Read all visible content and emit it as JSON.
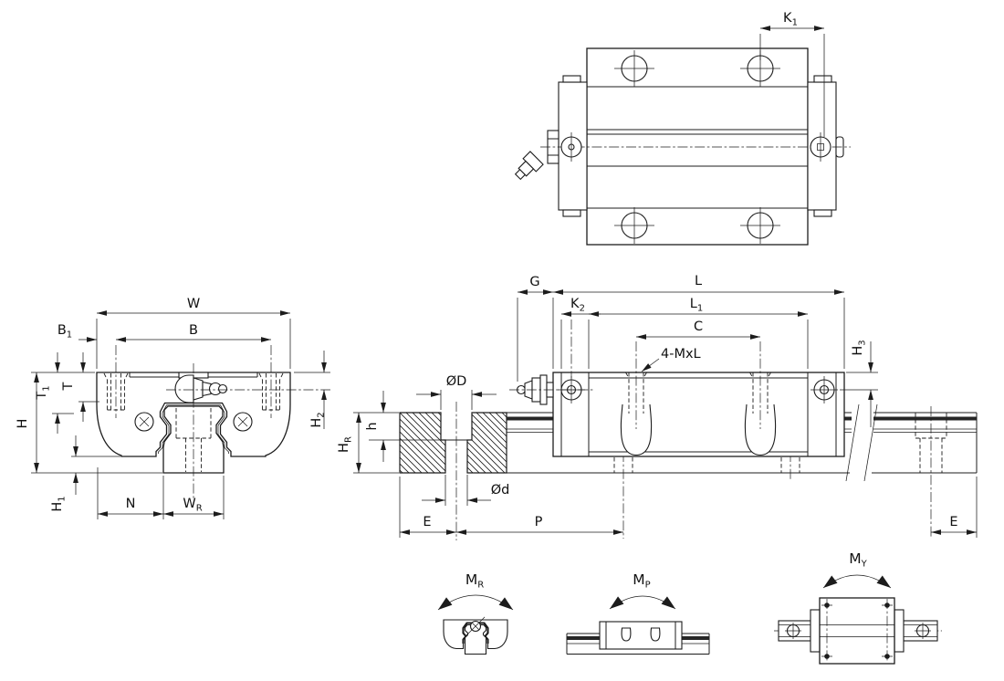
{
  "colors": {
    "line": "#1c1c1c",
    "background": "#ffffff"
  },
  "labels": {
    "K1": {
      "b": "K",
      "s": "1"
    },
    "W": {
      "b": "W",
      "s": ""
    },
    "B": {
      "b": "B",
      "s": ""
    },
    "B1": {
      "b": "B",
      "s": "1"
    },
    "T": {
      "b": "T",
      "s": ""
    },
    "T1": {
      "b": "T",
      "s": "1"
    },
    "H": {
      "b": "H",
      "s": ""
    },
    "H1": {
      "b": "H",
      "s": "1"
    },
    "H2": {
      "b": "H",
      "s": "2"
    },
    "H3": {
      "b": "H",
      "s": "3"
    },
    "N": {
      "b": "N",
      "s": ""
    },
    "WR": {
      "b": "W",
      "s": "R"
    },
    "G": {
      "b": "G",
      "s": ""
    },
    "L": {
      "b": "L",
      "s": ""
    },
    "L1": {
      "b": "L",
      "s": "1"
    },
    "K2": {
      "b": "K",
      "s": "2"
    },
    "C": {
      "b": "C",
      "s": ""
    },
    "MxL": {
      "b": "4-MxL",
      "s": ""
    },
    "OD": {
      "b": "ØD",
      "s": ""
    },
    "Od": {
      "b": "Ød",
      "s": ""
    },
    "h": {
      "b": "h",
      "s": ""
    },
    "HR": {
      "b": "H",
      "s": "R"
    },
    "E1": {
      "b": "E",
      "s": ""
    },
    "P": {
      "b": "P",
      "s": ""
    },
    "E2": {
      "b": "E",
      "s": ""
    },
    "MR": {
      "b": "M",
      "s": "R"
    },
    "MP": {
      "b": "M",
      "s": "P"
    },
    "MY": {
      "b": "M",
      "s": "Y"
    }
  }
}
